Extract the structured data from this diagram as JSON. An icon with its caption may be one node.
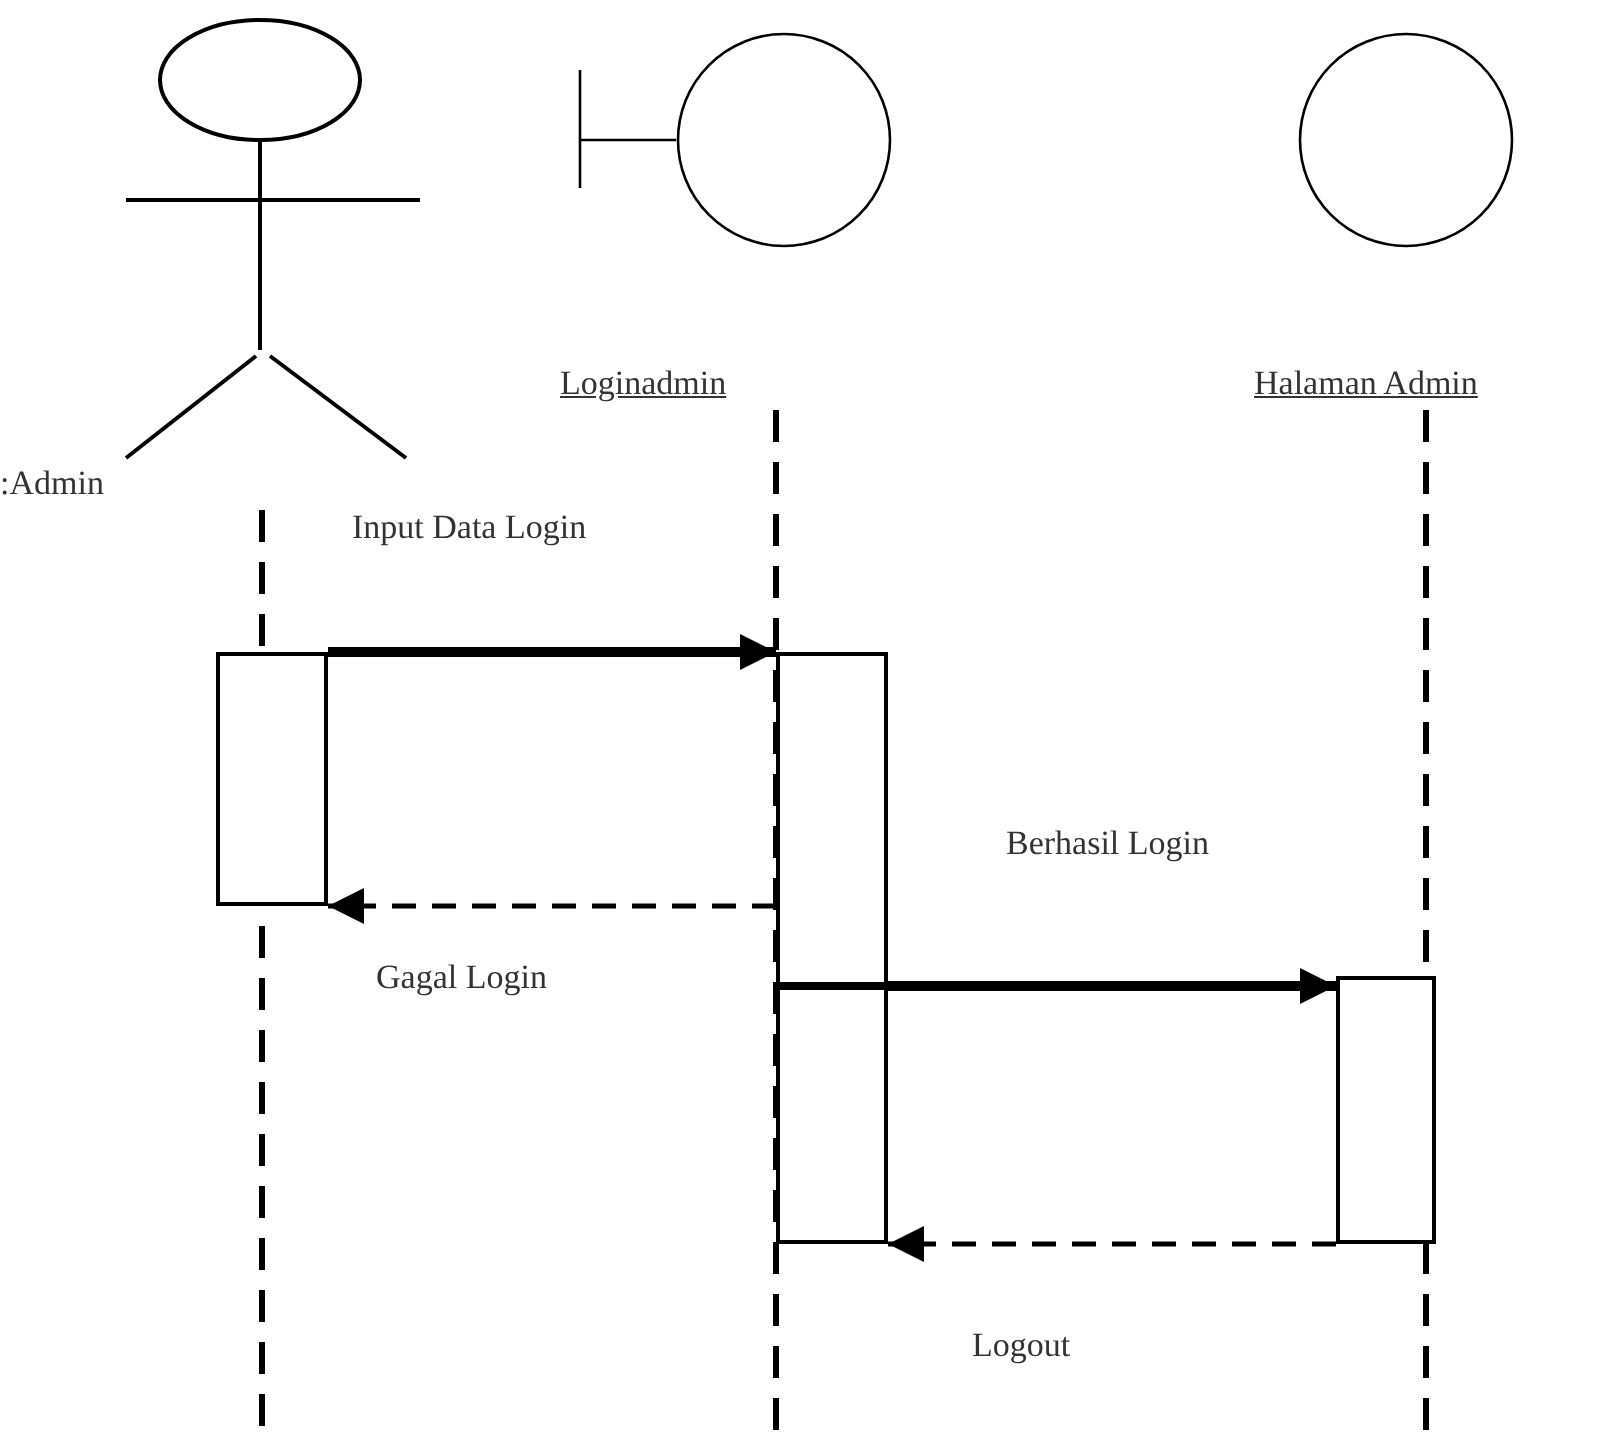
{
  "diagram": {
    "nodes": [
      {
        "text": [
          ":Admin"
        ]
      },
      {
        "text": [
          "Loginadmin"
        ]
      },
      {
        "text": [
          "Halaman Admin"
        ]
      },
      {
        "text": [],
        "shape": "box"
      },
      {
        "text": [],
        "shape": "box"
      },
      {
        "text": [],
        "shape": "box"
      },
      {
        "text": [],
        "shape": "box"
      }
    ],
    "edges": [
      {
        "from": 3,
        "to": 4,
        "arrow": "to",
        "label": "Input Data Login",
        "style": "thick"
      },
      {
        "from": 4,
        "to": 3,
        "arrow": "to",
        "label": "Gagal Login",
        "style": "dashed"
      },
      {
        "from": 5,
        "to": 6,
        "arrow": "to",
        "label": "Berhasil Login",
        "style": "thick"
      },
      {
        "from": 6,
        "to": 5,
        "arrow": "to",
        "label": "Logout",
        "style": "dashed"
      }
    ]
  }
}
